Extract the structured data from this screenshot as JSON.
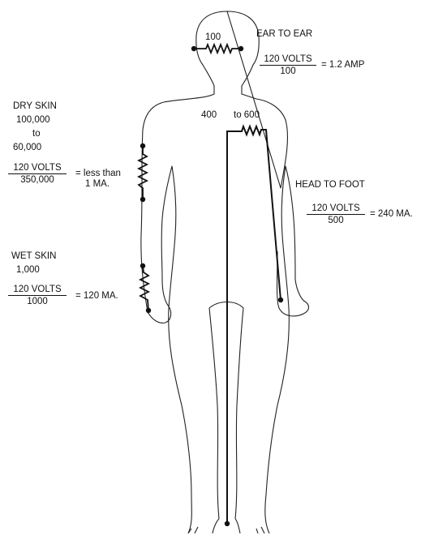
{
  "colors": {
    "ink": "#111111",
    "background": "#ffffff"
  },
  "ear_to_ear": {
    "resistance": "100",
    "title": "EAR TO EAR",
    "numerator": "120 VOLTS",
    "denominator": "100",
    "result": "= 1.2 AMP"
  },
  "head_to_foot": {
    "resistance_low": "400",
    "resistance_high": "to 600",
    "title": "HEAD TO FOOT",
    "numerator": "120 VOLTS",
    "denominator": "500",
    "result": "= 240 MA."
  },
  "dry_skin": {
    "title": "DRY SKIN",
    "range_high": "100,000",
    "range_to": "to",
    "range_low": "60,000",
    "numerator": "120 VOLTS",
    "denominator": "350,000",
    "result_line1": "= less than",
    "result_line2": "1 MA."
  },
  "wet_skin": {
    "title": "WET SKIN",
    "value": "1,000",
    "numerator": "120 VOLTS",
    "denominator": "1000",
    "result": "= 120 MA."
  }
}
